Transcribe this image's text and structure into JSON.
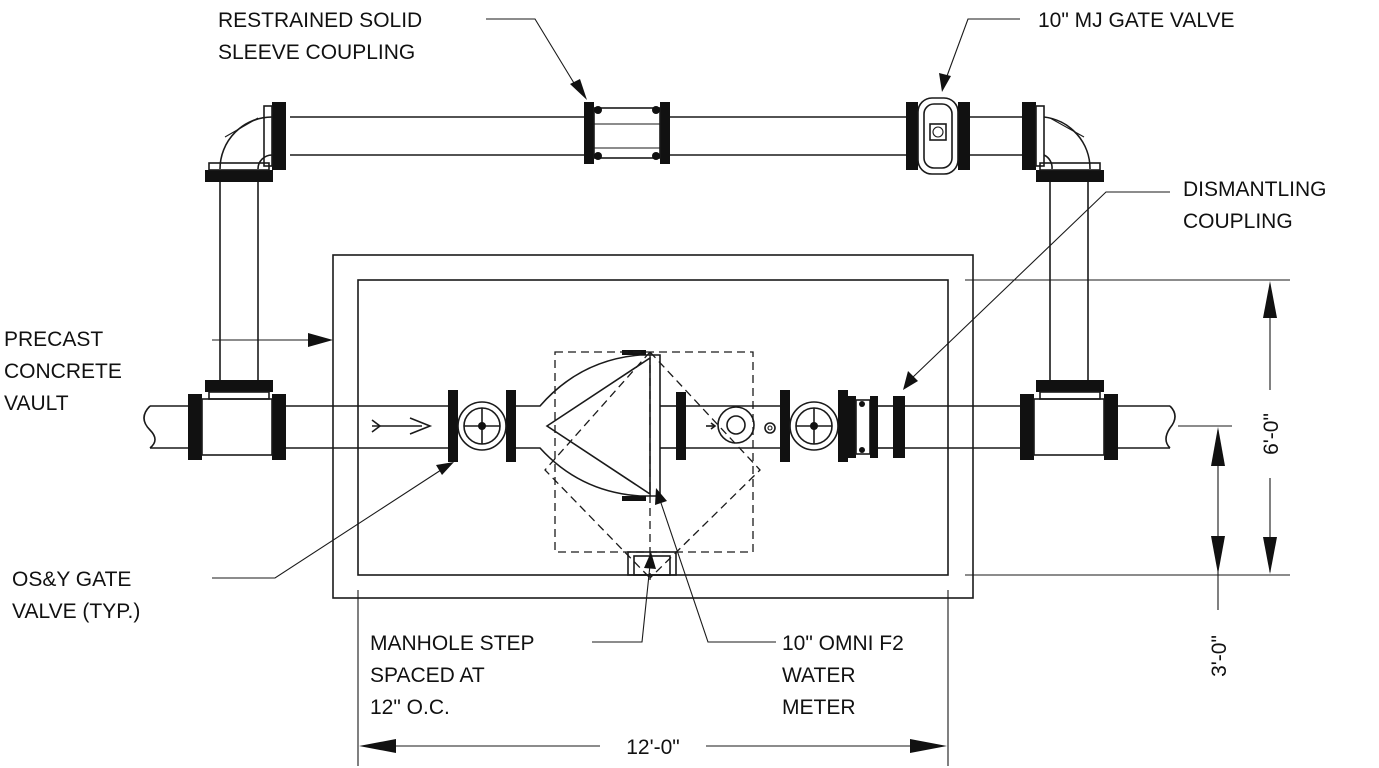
{
  "labels": {
    "restrained_line1": "RESTRAINED SOLID",
    "restrained_line2": "SLEEVE COUPLING",
    "mj_gate_valve": "10\" MJ GATE VALVE",
    "dismantling_line1": "DISMANTLING",
    "dismantling_line2": "COUPLING",
    "precast_line1": "PRECAST",
    "precast_line2": "CONCRETE",
    "precast_line3": "VAULT",
    "osy_line1": "OS&Y GATE",
    "osy_line2": "VALVE (TYP.)",
    "manhole_line1": "MANHOLE STEP",
    "manhole_line2": "SPACED AT",
    "manhole_line3": "12\" O.C.",
    "meter_line1": "10\" OMNI F2",
    "meter_line2": "WATER",
    "meter_line3": "METER"
  },
  "dimensions": {
    "width": "12'-0\"",
    "height": "6'-0\"",
    "offset": "3'-0\""
  },
  "colors": {
    "line": "#1a1a1a",
    "fill": "#111111",
    "background": "#ffffff"
  }
}
